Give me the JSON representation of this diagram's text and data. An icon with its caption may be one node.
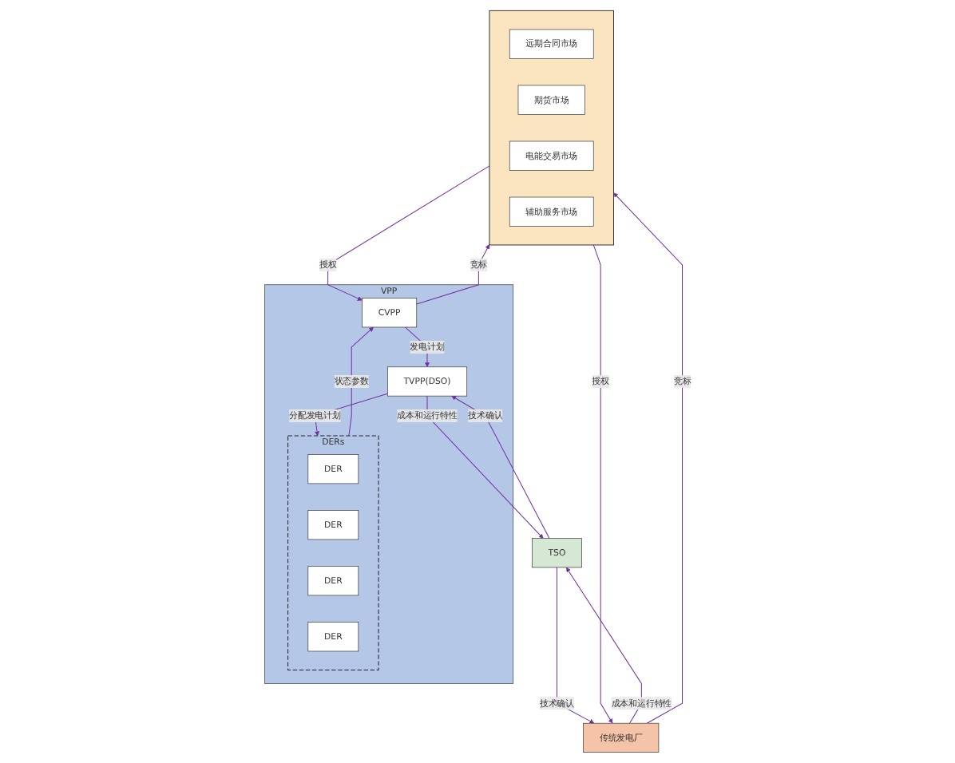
{
  "diagram": {
    "nodes": [
      {
        "text": [
          "VPP"
        ]
      },
      {
        "text": [
          "DERs"
        ],
        "in": 0
      },
      {
        "text": [
          "DER"
        ],
        "in": 1
      },
      {
        "text": [
          "DER"
        ],
        "in": 1
      },
      {
        "text": [
          "DER"
        ],
        "in": 1
      },
      {
        "text": [
          "DER"
        ],
        "in": 1
      },
      {
        "text": [
          "CVPP"
        ],
        "in": 0
      },
      {
        "text": [
          "TVPP(DSO)"
        ],
        "in": 0
      },
      {
        "text": [],
        "shape": "box"
      },
      {
        "text": [
          "远期合同市场"
        ],
        "in": 8
      },
      {
        "text": [
          "期货市场"
        ],
        "in": 8
      },
      {
        "text": [
          "电能交易市场"
        ],
        "in": 8
      },
      {
        "text": [
          "辅助服务市场"
        ],
        "in": 8
      },
      {
        "text": [
          "TSO"
        ]
      },
      {
        "text": [
          "传统发电厂"
        ]
      }
    ],
    "edges": [
      {
        "from": 1,
        "to": 6,
        "arrow": "to",
        "label": "状态参数"
      },
      {
        "from": 6,
        "to": 7,
        "arrow": "to",
        "label": "发电计划"
      },
      {
        "from": 7,
        "to": 1,
        "arrow": "to",
        "label": "分配发电计划"
      },
      {
        "from": 6,
        "to": 8,
        "arrow": "to",
        "label": "竞标"
      },
      {
        "from": 8,
        "to": 6,
        "arrow": "to",
        "label": "授权"
      },
      {
        "from": 7,
        "to": 13,
        "arrow": "to",
        "label": "成本和运行特性"
      },
      {
        "from": 13,
        "to": 7,
        "arrow": "to",
        "label": "技术确认"
      },
      {
        "from": 8,
        "to": 14,
        "arrow": "to",
        "label": "授权"
      },
      {
        "from": 14,
        "to": 8,
        "arrow": "to",
        "label": "竞标"
      },
      {
        "from": 13,
        "to": 14,
        "arrow": "to",
        "label": "技术确认"
      },
      {
        "from": 14,
        "to": 13,
        "arrow": "to",
        "label": "成本和运行特性"
      }
    ]
  }
}
